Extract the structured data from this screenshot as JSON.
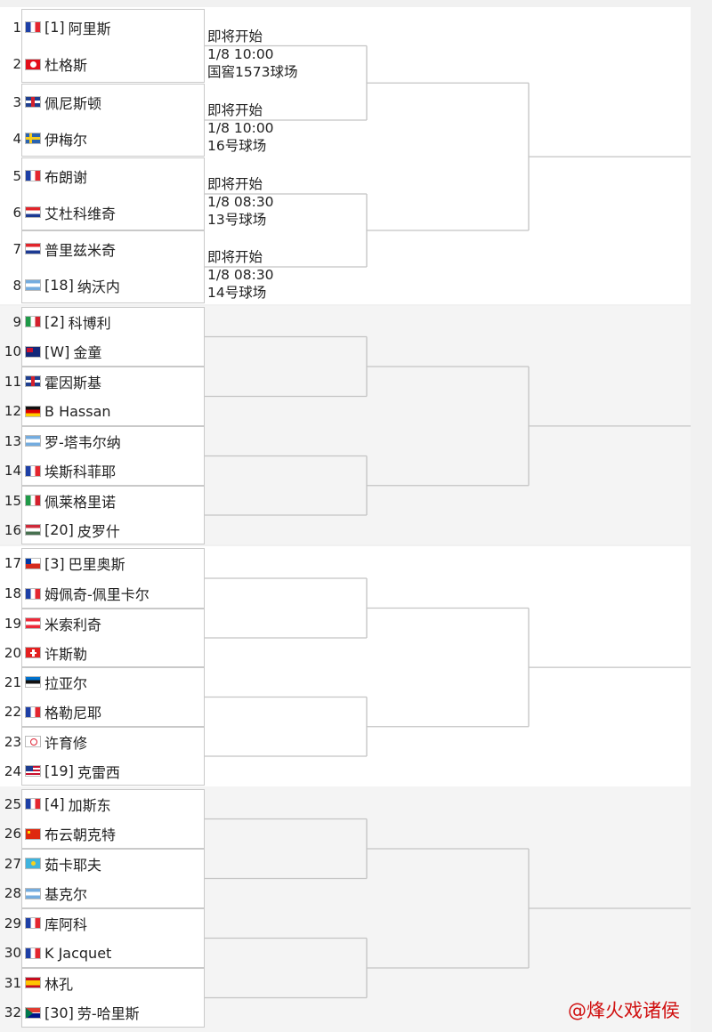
{
  "players": [
    {
      "num": "1",
      "flag": "fr",
      "seed": "[1]",
      "name": "阿里斯"
    },
    {
      "num": "2",
      "flag": "tn",
      "seed": "",
      "name": "杜格斯"
    },
    {
      "num": "3",
      "flag": "gb",
      "seed": "",
      "name": "佩尼斯顿"
    },
    {
      "num": "4",
      "flag": "se",
      "seed": "",
      "name": "伊梅尔"
    },
    {
      "num": "5",
      "flag": "fr",
      "seed": "",
      "name": "布朗谢"
    },
    {
      "num": "6",
      "flag": "hr",
      "seed": "",
      "name": "艾杜科维奇"
    },
    {
      "num": "7",
      "flag": "hr",
      "seed": "",
      "name": "普里兹米奇"
    },
    {
      "num": "8",
      "flag": "ar",
      "seed": "[18]",
      "name": "纳沃内"
    },
    {
      "num": "9",
      "flag": "it",
      "seed": "[2]",
      "name": "科博利"
    },
    {
      "num": "10",
      "flag": "au",
      "seed": "[W]",
      "name": "金童"
    },
    {
      "num": "11",
      "flag": "gb",
      "seed": "",
      "name": "霍因斯基"
    },
    {
      "num": "12",
      "flag": "de",
      "seed": "",
      "name": "B Hassan"
    },
    {
      "num": "13",
      "flag": "ar",
      "seed": "",
      "name": "罗-塔韦尔纳"
    },
    {
      "num": "14",
      "flag": "fr",
      "seed": "",
      "name": "埃斯科菲耶"
    },
    {
      "num": "15",
      "flag": "it",
      "seed": "",
      "name": "佩莱格里诺"
    },
    {
      "num": "16",
      "flag": "hu",
      "seed": "[20]",
      "name": "皮罗什"
    },
    {
      "num": "17",
      "flag": "cl",
      "seed": "[3]",
      "name": "巴里奥斯"
    },
    {
      "num": "18",
      "flag": "fr",
      "seed": "",
      "name": "姆佩奇-佩里卡尔"
    },
    {
      "num": "19",
      "flag": "at",
      "seed": "",
      "name": "米索利奇"
    },
    {
      "num": "20",
      "flag": "ch",
      "seed": "",
      "name": "许斯勒"
    },
    {
      "num": "21",
      "flag": "ee",
      "seed": "",
      "name": "拉亚尔"
    },
    {
      "num": "22",
      "flag": "fr",
      "seed": "",
      "name": "格勒尼耶"
    },
    {
      "num": "23",
      "flag": "tpe",
      "seed": "",
      "name": "许育修"
    },
    {
      "num": "24",
      "flag": "us",
      "seed": "[19]",
      "name": "克雷西"
    },
    {
      "num": "25",
      "flag": "fr",
      "seed": "[4]",
      "name": "加斯东"
    },
    {
      "num": "26",
      "flag": "cn",
      "seed": "",
      "name": "布云朝克特"
    },
    {
      "num": "27",
      "flag": "kz",
      "seed": "",
      "name": "茹卡耶夫"
    },
    {
      "num": "28",
      "flag": "ar",
      "seed": "",
      "name": "基克尔"
    },
    {
      "num": "29",
      "flag": "fr",
      "seed": "",
      "name": "库阿科"
    },
    {
      "num": "30",
      "flag": "fr",
      "seed": "",
      "name": "K Jacquet"
    },
    {
      "num": "31",
      "flag": "es",
      "seed": "",
      "name": "林孔"
    },
    {
      "num": "32",
      "flag": "za",
      "seed": "[30]",
      "name": "劳-哈里斯"
    }
  ],
  "matches": [
    {
      "status": "即将开始",
      "time": "1/8 10:00",
      "court": "国窖1573球场"
    },
    {
      "status": "即将开始",
      "time": "1/8 10:00",
      "court": "16号球场"
    },
    {
      "status": "即将开始",
      "time": "1/8 08:30",
      "court": "13号球场"
    },
    {
      "status": "即将开始",
      "time": "1/8 08:30",
      "court": "14号球场"
    }
  ],
  "watermark": "@烽火戏诸侯"
}
